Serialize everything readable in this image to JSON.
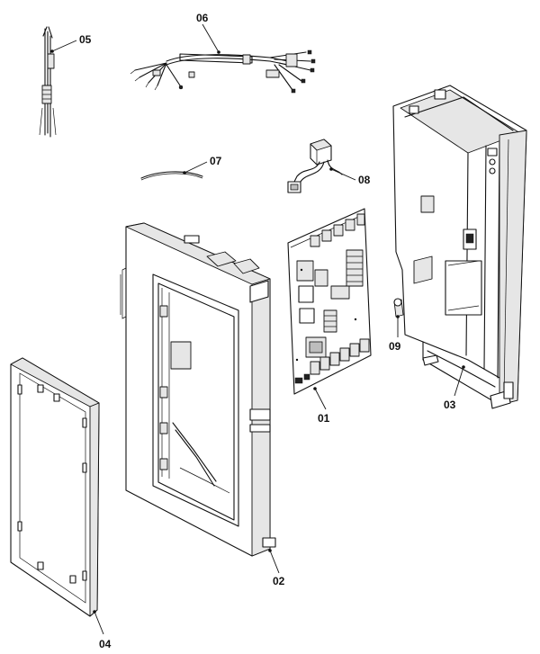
{
  "callouts": {
    "p01": "01",
    "p02": "02",
    "p03": "03",
    "p04": "04",
    "p05": "05",
    "p06": "06",
    "p07": "07",
    "p08": "08",
    "p09": "09"
  }
}
